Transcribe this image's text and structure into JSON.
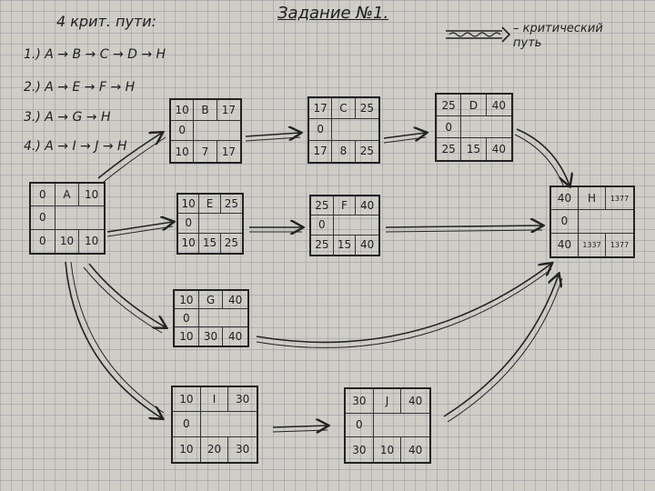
{
  "title": "Задание №1.",
  "paths_heading": "4 крит. пути:",
  "critical_paths": [
    "1.) A → B → C → D → H",
    "2.) A → E → F → H",
    "3.) A → G → H",
    "4.) A → I → J → H"
  ],
  "legend": {
    "text": "– критический путь"
  },
  "nodes": [
    {
      "id": "A",
      "cells": [
        "0",
        "A",
        "10",
        "0",
        "",
        "",
        "0",
        "10",
        "10"
      ]
    },
    {
      "id": "B",
      "cells": [
        "10",
        "B",
        "17",
        "0",
        "",
        "",
        "10",
        "7",
        "17"
      ]
    },
    {
      "id": "C",
      "cells": [
        "17",
        "C",
        "25",
        "0",
        "",
        "",
        "17",
        "8",
        "25"
      ]
    },
    {
      "id": "D",
      "cells": [
        "25",
        "D",
        "40",
        "0",
        "",
        "",
        "25",
        "15",
        "40"
      ]
    },
    {
      "id": "E",
      "cells": [
        "10",
        "E",
        "25",
        "0",
        "",
        "",
        "10",
        "15",
        "25"
      ]
    },
    {
      "id": "F",
      "cells": [
        "25",
        "F",
        "40",
        "0",
        "",
        "",
        "25",
        "15",
        "40"
      ]
    },
    {
      "id": "G",
      "cells": [
        "10",
        "G",
        "40",
        "0",
        "",
        "",
        "10",
        "30",
        "40"
      ]
    },
    {
      "id": "I",
      "cells": [
        "10",
        "I",
        "30",
        "0",
        "",
        "",
        "10",
        "20",
        "30"
      ]
    },
    {
      "id": "J",
      "cells": [
        "30",
        "J",
        "40",
        "0",
        "",
        "",
        "30",
        "10",
        "40"
      ]
    },
    {
      "id": "H",
      "cells": [
        "40",
        "H",
        "1377",
        "0",
        "",
        "",
        "40",
        "1337",
        "1377"
      ]
    }
  ],
  "colors": {
    "ink": "#1e1e1e",
    "paper": "#cfcdc6"
  }
}
